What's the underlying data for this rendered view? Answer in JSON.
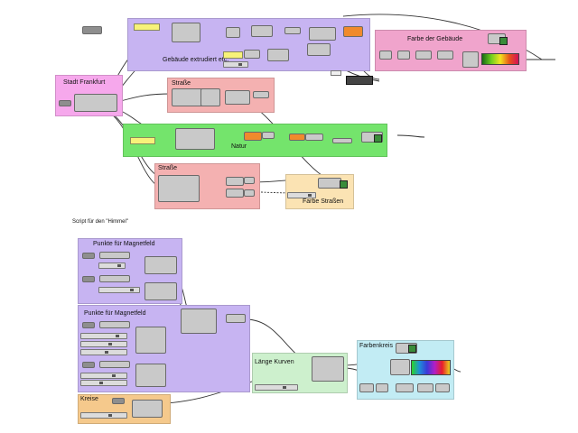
{
  "groups": {
    "gebaeude": {
      "title": "Gebäude extrudiert etc.",
      "color": "#c7b4f2"
    },
    "farbe_gebaeude": {
      "title": "Farbe der Gebäude",
      "color": "#f0a4cc"
    },
    "stadt": {
      "title": "Stadt Frankfurt",
      "color": "#f6a8ec"
    },
    "strasse1": {
      "title": "Straße",
      "color": "#f4b1b1"
    },
    "natur": {
      "title": "Natur",
      "color": "#74e46c"
    },
    "strasse2": {
      "title": "Straße",
      "color": "#f4b1b1"
    },
    "farbe_strassen": {
      "title": "Farbe Straßen",
      "color": "#fbe3b3"
    },
    "magnet1": {
      "title": "Punkte für Magnetfeld",
      "color": "#c7b4f2"
    },
    "magnet2": {
      "title": "Punkte für Magnetfeld",
      "color": "#c7b4f2"
    },
    "kreise": {
      "title": "Kreise",
      "color": "#f5c98c"
    },
    "laenge": {
      "title": "Länge Kurven",
      "color": "#cdf0cd"
    },
    "farbenkreis": {
      "title": "Farbenkreis",
      "color": "#c2ecf4"
    }
  },
  "script_heading": "Script für den \"Himmel\""
}
